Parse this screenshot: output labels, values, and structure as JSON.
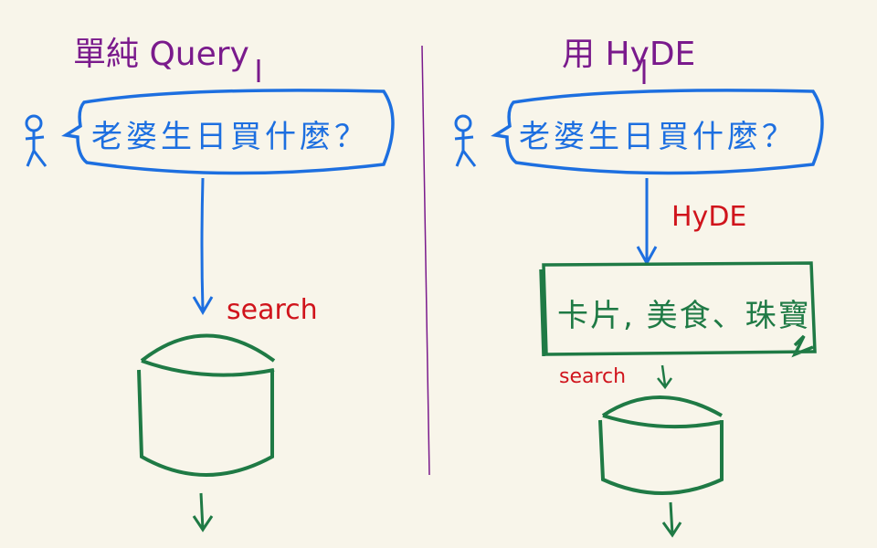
{
  "left_panel": {
    "title": "單純 Query",
    "query_bubble": "老婆生日買什麼？",
    "search_label": "search",
    "person_icon": "stick-figure-icon",
    "database_icon": "database-cylinder-icon"
  },
  "right_panel": {
    "title": "用 HyDE",
    "query_bubble": "老婆生日買什麼？",
    "hyde_label": "HyDE",
    "hypothetical_doc": "卡片, 美食、珠寶",
    "search_label": "search",
    "person_icon": "stick-figure-icon",
    "database_icon": "database-cylinder-icon"
  },
  "colors": {
    "background": "#f8f5ea",
    "title": "#7a1a8c",
    "query": "#1d6fe0",
    "label": "#d0141c",
    "database": "#1f7a45",
    "divider": "#7a1a8c"
  }
}
